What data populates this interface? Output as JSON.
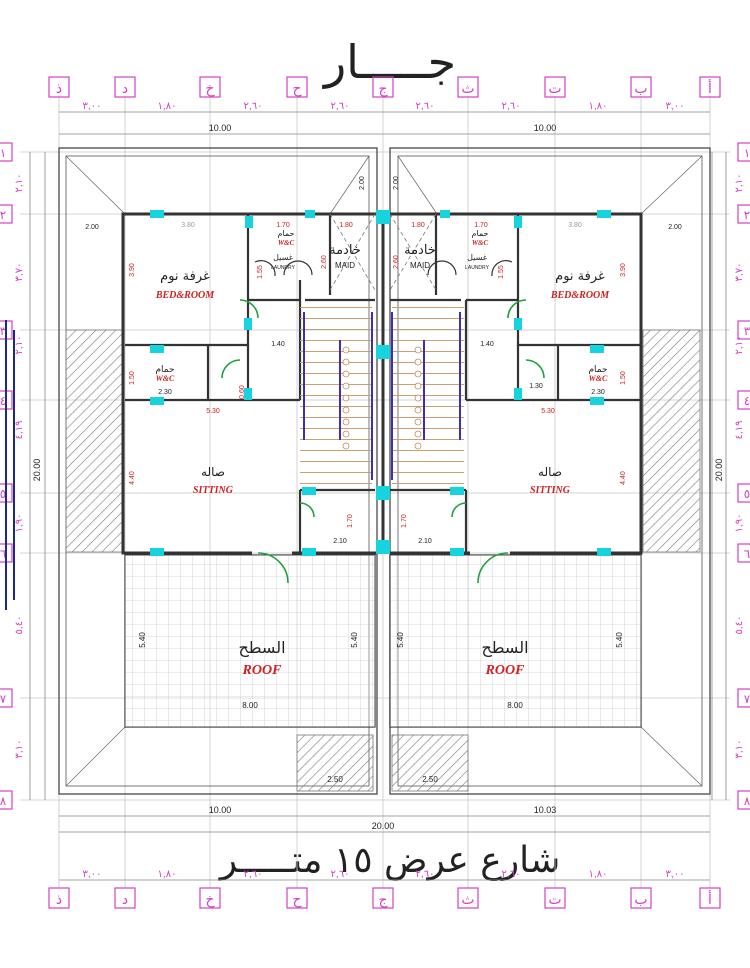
{
  "title_top": "جـــــار",
  "title_bottom": "شارع عرض ١٥ متـــــر",
  "axes_top": [
    "ذ",
    "د",
    "خ",
    "ح",
    "ج",
    "ث",
    "ت",
    "ب",
    "أ"
  ],
  "axes_bottom": [
    "ذ",
    "د",
    "خ",
    "ح",
    "ج",
    "ث",
    "ت",
    "ب",
    "أ"
  ],
  "axes_left": [
    "١",
    "٢",
    "٣",
    "٤",
    "٥",
    "٦",
    "٧",
    "٨"
  ],
  "axes_right": [
    "١",
    "٢",
    "٣",
    "٤",
    "٥",
    "٦",
    "٧",
    "٨"
  ],
  "dims_axes_top": [
    "٣,٠٠",
    "١,٨٠",
    "٢,٦٠",
    "٢,٦٠",
    "٢,٦٠",
    "٢,٦٠",
    "١,٨٠",
    "٣,٠٠"
  ],
  "dims_axes_bottom": [
    "٣,٠٠",
    "١,٨٠",
    "٢,٦٠",
    "٢,٦٠",
    "٢,٦٠",
    "٢,٦٠",
    "١,٨٠",
    "٣,٠٠"
  ],
  "dims_axes_left": [
    "٢,١٠",
    "٣,٧٠",
    "٢,١٠",
    "٤,١٩",
    "١,٩٠",
    "٥,٤٠",
    "٣,١٠"
  ],
  "dims_axes_right": [
    "٢,١٠",
    "٣,٧٠",
    "٢,١٠",
    "٤,١٩",
    "١,٩٠",
    "٥,٤٠",
    "٣,١٠"
  ],
  "overall": {
    "half_width": "10.00",
    "full_width": "20.00",
    "depth": "20.00"
  },
  "rooms": {
    "bedroom_ar": "غرفة نوم",
    "bedroom_en": "BED&ROOM",
    "maid_ar": "خادمة",
    "maid_en": "MAID",
    "laundry_ar": "غسيل",
    "laundry_en": "LAUNDRY",
    "wc_ar": "حمام",
    "wc_en": "W&C",
    "sitting_ar": "صاله",
    "sitting_en": "SITTING",
    "roof_ar": "السطح",
    "roof_en": "ROOF"
  },
  "dims": {
    "d200": "2.00",
    "d380": "3.80",
    "d170": "1.70",
    "d180": "1.80",
    "d260": "2.60",
    "d390": "3.90",
    "d155": "1.55",
    "d140": "1.40",
    "d150": "1.50",
    "d230": "2.30",
    "d130": "1.30",
    "d060": "0.60",
    "d530": "5.30",
    "d440": "4.40",
    "d210": "2.10",
    "d540": "5.40",
    "d800": "8.00",
    "d250": "2.50",
    "d1003": "10.03"
  }
}
